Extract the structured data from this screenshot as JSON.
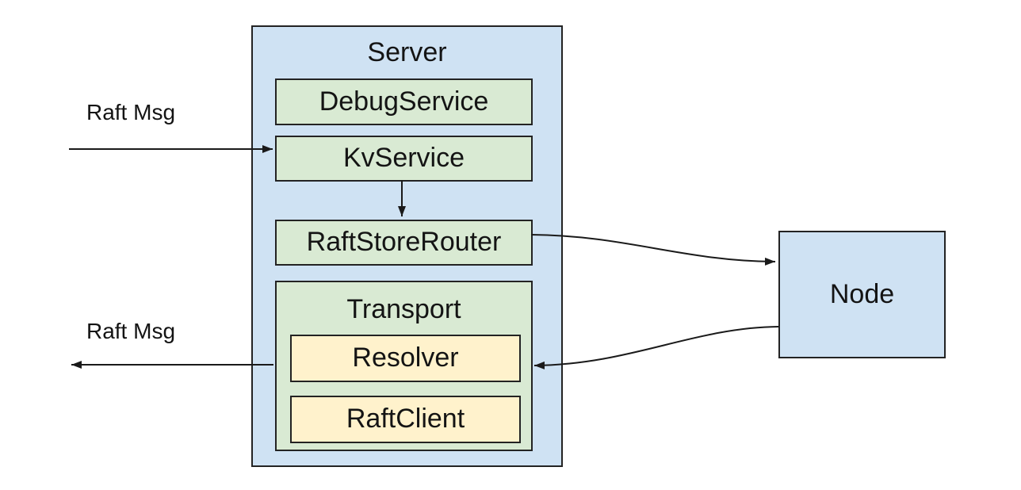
{
  "diagram": {
    "server": {
      "label": "Server",
      "components": {
        "debug_service": "DebugService",
        "kv_service": "KvService",
        "raft_store_router": "RaftStoreRouter"
      },
      "transport": {
        "label": "Transport",
        "children": {
          "resolver": "Resolver",
          "raft_client": "RaftClient"
        }
      }
    },
    "node": {
      "label": "Node"
    },
    "edge_labels": {
      "raft_msg_in": "Raft Msg",
      "raft_msg_out": "Raft Msg"
    },
    "colors": {
      "container_fill": "#cfe2f3",
      "service_fill": "#d9ead3",
      "inner_fill": "#fff2cc",
      "border": "#232323",
      "arrow": "#1a1a1a",
      "text": "#141414"
    }
  }
}
